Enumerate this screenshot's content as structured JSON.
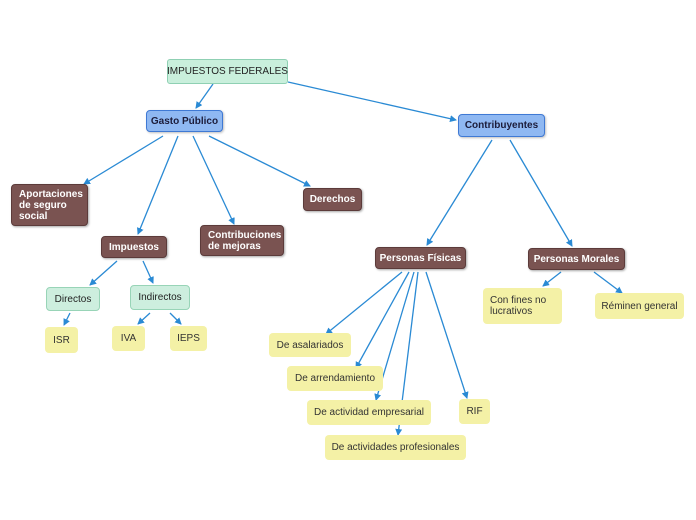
{
  "diagram": {
    "root": "IMPUESTOS FEDERALES",
    "gasto_publico": "Gasto Público",
    "contribuyentes": "Contribuyentes",
    "aportaciones": "Aportaciones de seguro social",
    "impuestos": "Impuestos",
    "contribuciones": "Contribuciones de mejoras",
    "derechos": "Derechos",
    "directos": "Directos",
    "indirectos": "Indirectos",
    "isr": "ISR",
    "iva": "IVA",
    "ieps": "IEPS",
    "personas_fisicas": "Personas Físicas",
    "personas_morales": "Personas Morales",
    "con_fines": "Con fines no lucrativos",
    "regimen_general": "Réminen general",
    "asalariados": "De asalariados",
    "arrendamiento": "De arrendamiento",
    "actividad_empresarial": "De actividad empresarial",
    "actividades_profesionales": "De actividades profesionales",
    "rif": "RIF"
  },
  "colors": {
    "connector": "#2a8ad4",
    "root_fill": "#c9efdc",
    "blue_fill": "#8fb8f2",
    "brown_fill": "#7a5351",
    "green_fill": "#cdeede",
    "yellow_fill": "#f4f1a6"
  }
}
